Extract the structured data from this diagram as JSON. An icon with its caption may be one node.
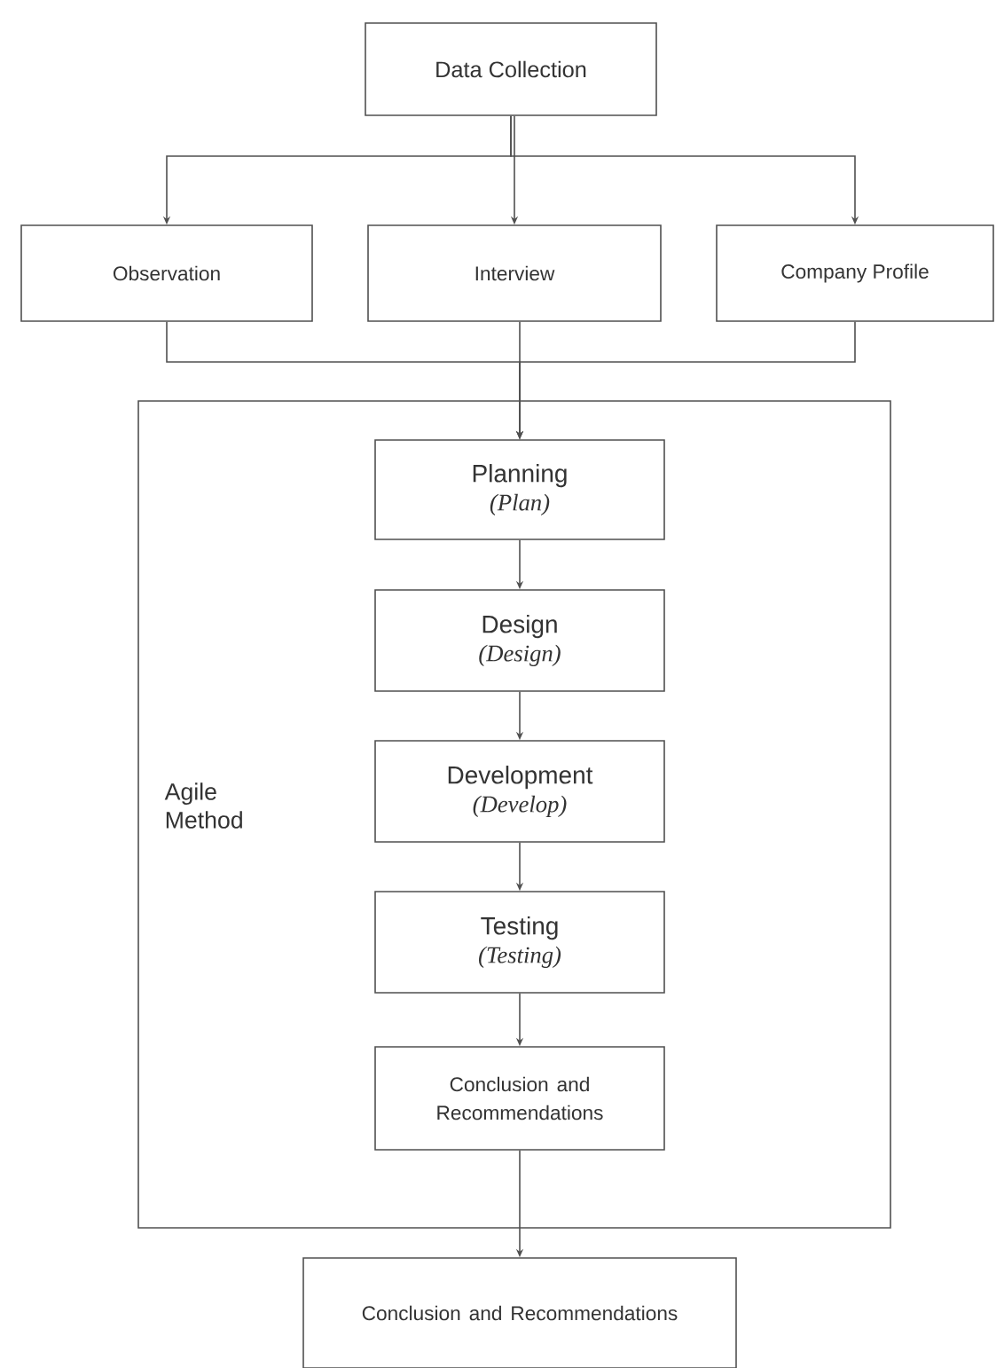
{
  "diagram": {
    "nodes": [
      {
        "text": [
          "Data Collection"
        ]
      },
      {
        "text": [
          "Observation"
        ]
      },
      {
        "text": [
          "Interview"
        ]
      },
      {
        "text": [
          "Company Profile"
        ]
      },
      {
        "text": [
          "Agile Method"
        ]
      },
      {
        "text": [
          "Planning",
          "(Plan)"
        ],
        "in": 4
      },
      {
        "text": [
          "Design",
          "(Design)"
        ],
        "in": 4
      },
      {
        "text": [
          "Development",
          "(Develop)"
        ],
        "in": 4
      },
      {
        "text": [
          "Testing",
          "(Testing)"
        ],
        "in": 4
      },
      {
        "text": [
          "Conclusion and Recommendations"
        ],
        "in": 4
      },
      {
        "text": [
          "Conclusion and Recommendations"
        ]
      }
    ],
    "edges": [
      {
        "from": 0,
        "to": 1,
        "arrow": "to"
      },
      {
        "from": 0,
        "to": 2,
        "arrow": "to"
      },
      {
        "from": 0,
        "to": 3,
        "arrow": "to"
      },
      {
        "from": 1,
        "to": 5,
        "arrow": "to"
      },
      {
        "from": 2,
        "to": 5,
        "arrow": "to"
      },
      {
        "from": 3,
        "to": 5,
        "arrow": "to"
      },
      {
        "from": 5,
        "to": 6,
        "arrow": "to"
      },
      {
        "from": 6,
        "to": 7,
        "arrow": "to"
      },
      {
        "from": 7,
        "to": 8,
        "arrow": "to"
      },
      {
        "from": 8,
        "to": 9,
        "arrow": "to"
      },
      {
        "from": 9,
        "to": 10,
        "arrow": "to"
      }
    ]
  }
}
